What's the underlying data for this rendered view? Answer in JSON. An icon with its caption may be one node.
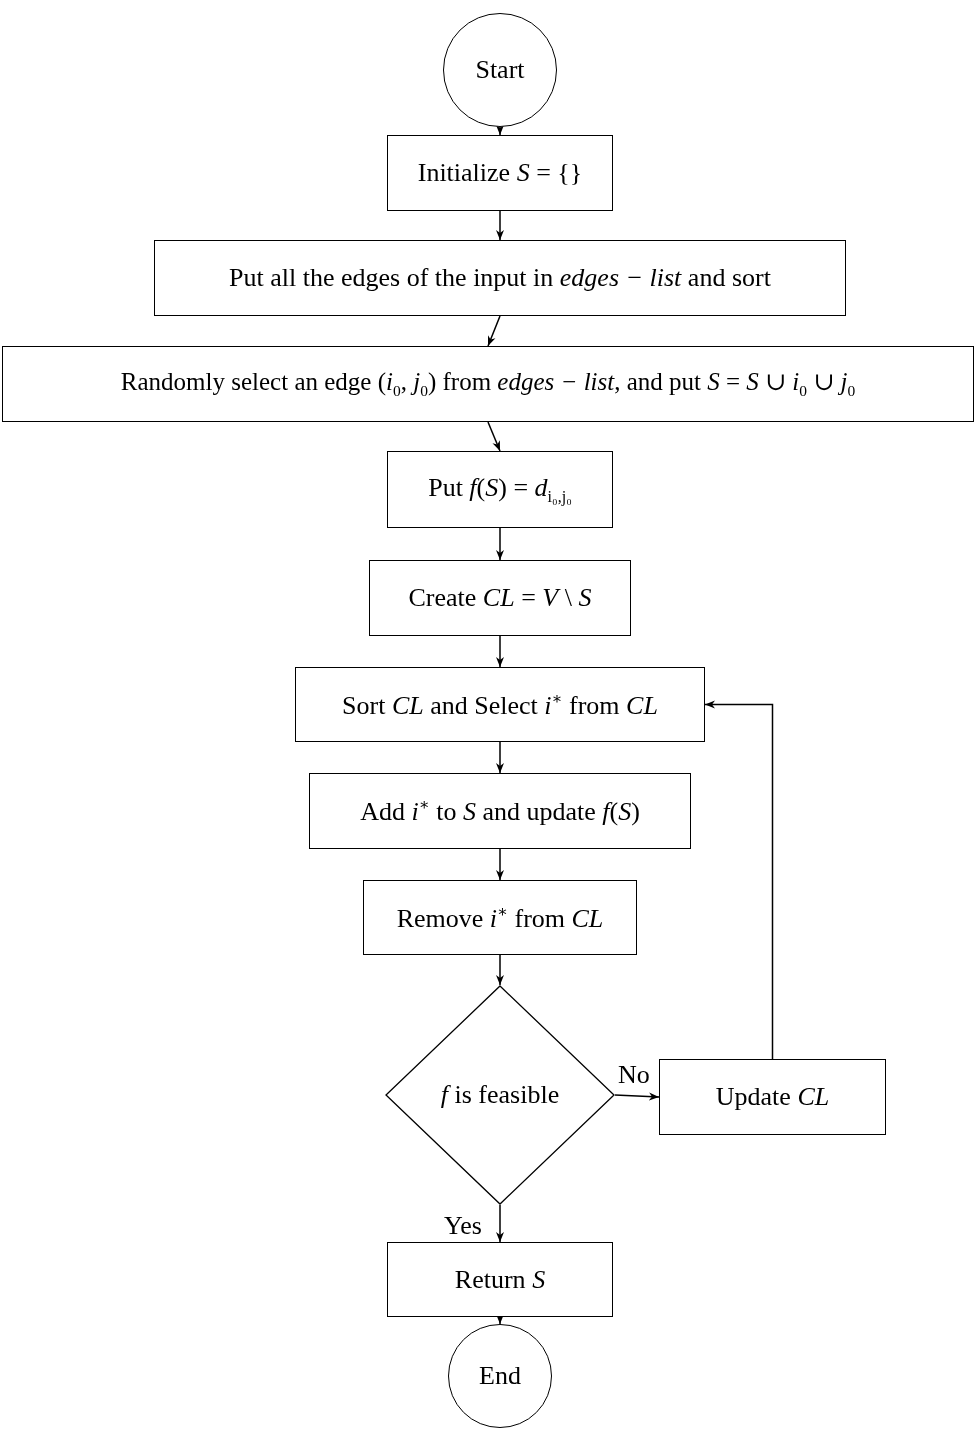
{
  "diagram": {
    "nodes": [
      {
        "text": [
          "Start"
        ]
      },
      {
        "text": [
          "Initialize *S* = {}"
        ]
      },
      {
        "text": [
          "Put all the edges of the input in *edges − list* and sort"
        ]
      },
      {
        "text": [
          "Randomly select an edge (*i*$_{0}$, *j*$_{0}$) from *edges − list*, and put *S* = *S* ∪ *i*$_{0}$ ∪ *j*$_{0}$"
        ]
      },
      {
        "text": [
          "Put *f*(*S*) = *d*$_{i₀,j₀}$"
        ]
      },
      {
        "text": [
          "Create *CL* = *V* \\ *S*"
        ]
      },
      {
        "text": [
          "Sort *CL* and Select *i*$^{∗}$ from *CL*"
        ]
      },
      {
        "text": [
          "Add *i*$^{∗}$ to *S* and update *f*(*S*)"
        ]
      },
      {
        "text": [
          "Remove *i*$^{∗}$ from *CL*"
        ]
      },
      {
        "text": [
          "*f* is feasible"
        ]
      },
      {
        "text": [
          "Update *CL*"
        ]
      },
      {
        "text": [
          "Return *S*"
        ]
      },
      {
        "text": [
          "End"
        ]
      }
    ],
    "edges": [
      {
        "from": 0,
        "to": 1,
        "arrow": "to"
      },
      {
        "from": 1,
        "to": 2,
        "arrow": "to"
      },
      {
        "from": 2,
        "to": 3,
        "arrow": "to"
      },
      {
        "from": 3,
        "to": 4,
        "arrow": "to"
      },
      {
        "from": 4,
        "to": 5,
        "arrow": "to"
      },
      {
        "from": 5,
        "to": 6,
        "arrow": "to"
      },
      {
        "from": 6,
        "to": 7,
        "arrow": "to"
      },
      {
        "from": 7,
        "to": 8,
        "arrow": "to"
      },
      {
        "from": 8,
        "to": 9,
        "arrow": "to"
      },
      {
        "from": 9,
        "to": 10,
        "arrow": "to",
        "label": "No"
      },
      {
        "from": 10,
        "to": 6,
        "arrow": "to"
      },
      {
        "from": 9,
        "to": 11,
        "arrow": "to",
        "label": "Yes"
      },
      {
        "from": 11,
        "to": 12,
        "arrow": "to"
      }
    ]
  }
}
